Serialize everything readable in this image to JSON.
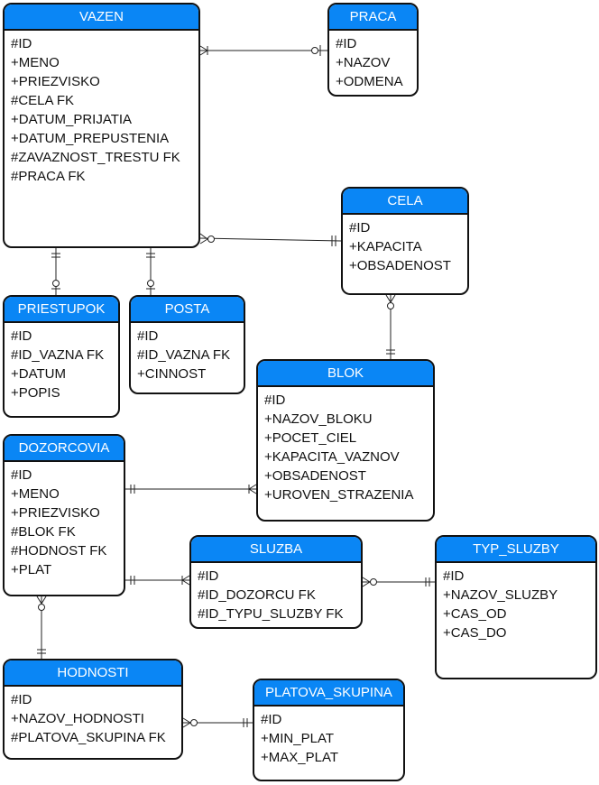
{
  "entities": {
    "vazen": {
      "name": "VAZEN",
      "attributes": [
        "#ID",
        "+MENO",
        "+PRIEZVISKO",
        "#CELA FK",
        "+DATUM_PRIJATIA",
        "+DATUM_PREPUSTENIA",
        "#ZAVAZNOST_TRESTU FK",
        "#PRACA FK"
      ]
    },
    "praca": {
      "name": "PRACA",
      "attributes": [
        "#ID",
        "+NAZOV",
        "+ODMENA"
      ]
    },
    "cela": {
      "name": "CELA",
      "attributes": [
        "#ID",
        "+KAPACITA",
        "+OBSADENOST"
      ]
    },
    "priestupok": {
      "name": "PRIESTUPOK",
      "attributes": [
        "#ID",
        "#ID_VAZNA FK",
        "+DATUM",
        "+POPIS"
      ]
    },
    "posta": {
      "name": "POSTA",
      "attributes": [
        "#ID",
        "#ID_VAZNA FK",
        "+CINNOST"
      ]
    },
    "blok": {
      "name": "BLOK",
      "attributes": [
        "#ID",
        "+NAZOV_BLOKU",
        "+POCET_CIEL",
        "+KAPACITA_VAZNOV",
        "+OBSADENOST",
        "+UROVEN_STRAZENIA"
      ]
    },
    "dozorcovia": {
      "name": "DOZORCOVIA",
      "attributes": [
        "#ID",
        "+MENO",
        "+PRIEZVISKO",
        "#BLOK FK",
        "#HODNOST FK",
        "+PLAT"
      ]
    },
    "sluzba": {
      "name": "SLUZBA",
      "attributes": [
        "#ID",
        "#ID_DOZORCU FK",
        "#ID_TYPU_SLUZBY FK"
      ]
    },
    "typ_sluzby": {
      "name": "TYP_SLUZBY",
      "attributes": [
        "#ID",
        "+NAZOV_SLUZBY",
        "+CAS_OD",
        "+CAS_DO"
      ]
    },
    "hodnosti": {
      "name": "HODNOSTI",
      "attributes": [
        "#ID",
        "+NAZOV_HODNOSTI",
        "#PLATOVA_SKUPINA FK"
      ]
    },
    "platova_skupina": {
      "name": "PLATOVA_SKUPINA",
      "attributes": [
        "#ID",
        "+MIN_PLAT",
        "+MAX_PLAT"
      ]
    }
  },
  "relationships": [
    {
      "from": "vazen",
      "to": "praca",
      "from_end": "many",
      "to_end": "zero-or-one"
    },
    {
      "from": "vazen",
      "to": "cela",
      "from_end": "zero-or-many",
      "to_end": "one"
    },
    {
      "from": "vazen",
      "to": "priestupok",
      "from_end": "one",
      "to_end": "zero-or-one"
    },
    {
      "from": "vazen",
      "to": "posta",
      "from_end": "one",
      "to_end": "zero-or-one"
    },
    {
      "from": "cela",
      "to": "blok",
      "from_end": "zero-or-many",
      "to_end": "one"
    },
    {
      "from": "dozorcovia",
      "to": "blok",
      "from_end": "one",
      "to_end": "many"
    },
    {
      "from": "dozorcovia",
      "to": "sluzba",
      "from_end": "one",
      "to_end": "many"
    },
    {
      "from": "sluzba",
      "to": "typ_sluzby",
      "from_end": "zero-or-many",
      "to_end": "one"
    },
    {
      "from": "dozorcovia",
      "to": "hodnosti",
      "from_end": "zero-or-many",
      "to_end": "one"
    },
    {
      "from": "hodnosti",
      "to": "platova_skupina",
      "from_end": "zero-or-many",
      "to_end": "one"
    }
  ],
  "colors": {
    "header": "#0a86f5",
    "header_text": "#ffffff",
    "border": "#111111",
    "line": "#222222"
  }
}
